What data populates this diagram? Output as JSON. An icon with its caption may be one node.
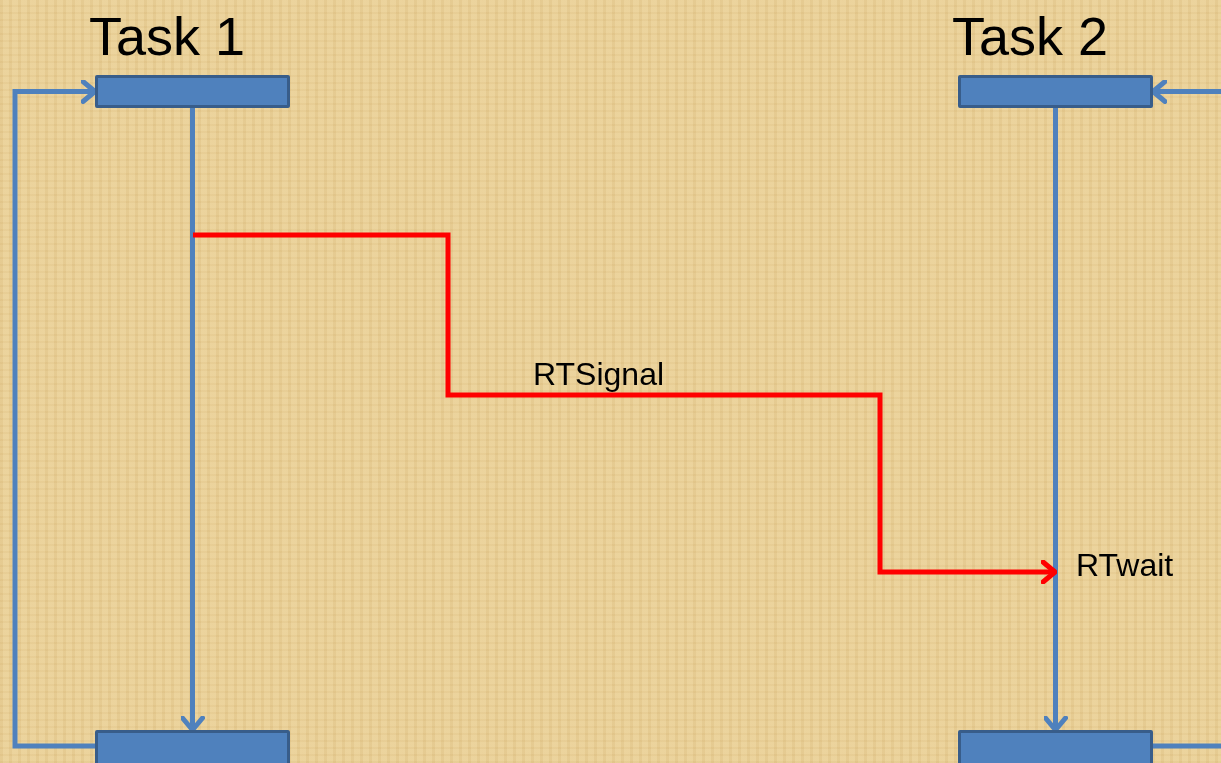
{
  "diagram": {
    "nodes": [
      {
        "text": [
          "Task 1"
        ]
      },
      {
        "text": [
          "Task 2"
        ]
      },
      {
        "text": [],
        "shape": "bar"
      },
      {
        "text": [],
        "shape": "bar"
      },
      {
        "text": [
          "RTwait"
        ]
      }
    ],
    "edges": [
      {
        "from": 0,
        "to": 2,
        "arrow": "to"
      },
      {
        "from": 2,
        "to": 0,
        "arrow": "to"
      },
      {
        "from": 1,
        "to": 3,
        "arrow": "to"
      },
      {
        "from": 3,
        "to": 1,
        "arrow": "to"
      },
      {
        "from": null,
        "to": 4,
        "arrow": "to",
        "label": "RTSignal",
        "color": "#ff0000"
      }
    ]
  }
}
